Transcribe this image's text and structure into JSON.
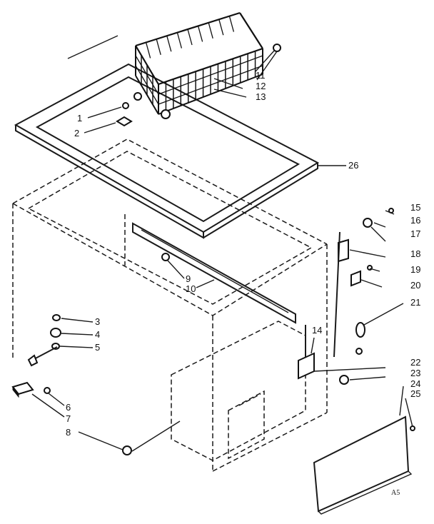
{
  "callouts": [
    {
      "id": "1",
      "text": "1"
    },
    {
      "id": "2",
      "text": "2"
    },
    {
      "id": "3",
      "text": "3"
    },
    {
      "id": "4",
      "text": "4"
    },
    {
      "id": "5",
      "text": "5"
    },
    {
      "id": "6",
      "text": "6"
    },
    {
      "id": "7",
      "text": "7"
    },
    {
      "id": "8",
      "text": "8"
    },
    {
      "id": "9",
      "text": "9"
    },
    {
      "id": "10",
      "text": "10"
    },
    {
      "id": "11",
      "text": "11"
    },
    {
      "id": "12",
      "text": "12"
    },
    {
      "id": "13",
      "text": "13"
    },
    {
      "id": "14",
      "text": "14"
    },
    {
      "id": "15",
      "text": "15"
    },
    {
      "id": "16",
      "text": "16"
    },
    {
      "id": "17",
      "text": "17"
    },
    {
      "id": "18",
      "text": "18"
    },
    {
      "id": "19",
      "text": "19"
    },
    {
      "id": "20",
      "text": "20"
    },
    {
      "id": "21",
      "text": "21"
    },
    {
      "id": "22",
      "text": "22"
    },
    {
      "id": "23",
      "text": "23"
    },
    {
      "id": "24",
      "text": "24"
    },
    {
      "id": "25",
      "text": "25"
    },
    {
      "id": "26",
      "text": "26"
    }
  ],
  "drawing_code": "A5"
}
